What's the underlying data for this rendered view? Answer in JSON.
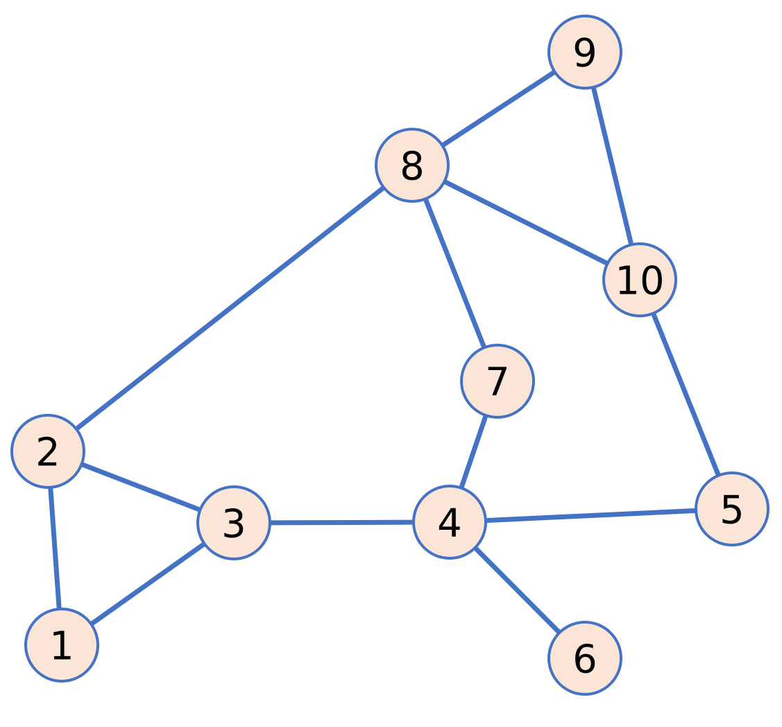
{
  "colors": {
    "edge": "#4472c4",
    "node_fill": "#fbe5d6",
    "node_stroke": "#4472c4",
    "label": "#000000"
  },
  "graph": {
    "nodes": [
      {
        "id": "1",
        "label": "1"
      },
      {
        "id": "2",
        "label": "2"
      },
      {
        "id": "3",
        "label": "3"
      },
      {
        "id": "4",
        "label": "4"
      },
      {
        "id": "5",
        "label": "5"
      },
      {
        "id": "6",
        "label": "6"
      },
      {
        "id": "7",
        "label": "7"
      },
      {
        "id": "8",
        "label": "8"
      },
      {
        "id": "9",
        "label": "9"
      },
      {
        "id": "10",
        "label": "10"
      }
    ],
    "edges": [
      {
        "from": "1",
        "to": "2"
      },
      {
        "from": "1",
        "to": "3"
      },
      {
        "from": "2",
        "to": "3"
      },
      {
        "from": "2",
        "to": "8"
      },
      {
        "from": "3",
        "to": "4"
      },
      {
        "from": "4",
        "to": "5"
      },
      {
        "from": "4",
        "to": "6"
      },
      {
        "from": "4",
        "to": "7"
      },
      {
        "from": "7",
        "to": "8"
      },
      {
        "from": "8",
        "to": "9"
      },
      {
        "from": "8",
        "to": "10"
      },
      {
        "from": "9",
        "to": "10"
      },
      {
        "from": "10",
        "to": "5"
      }
    ]
  }
}
